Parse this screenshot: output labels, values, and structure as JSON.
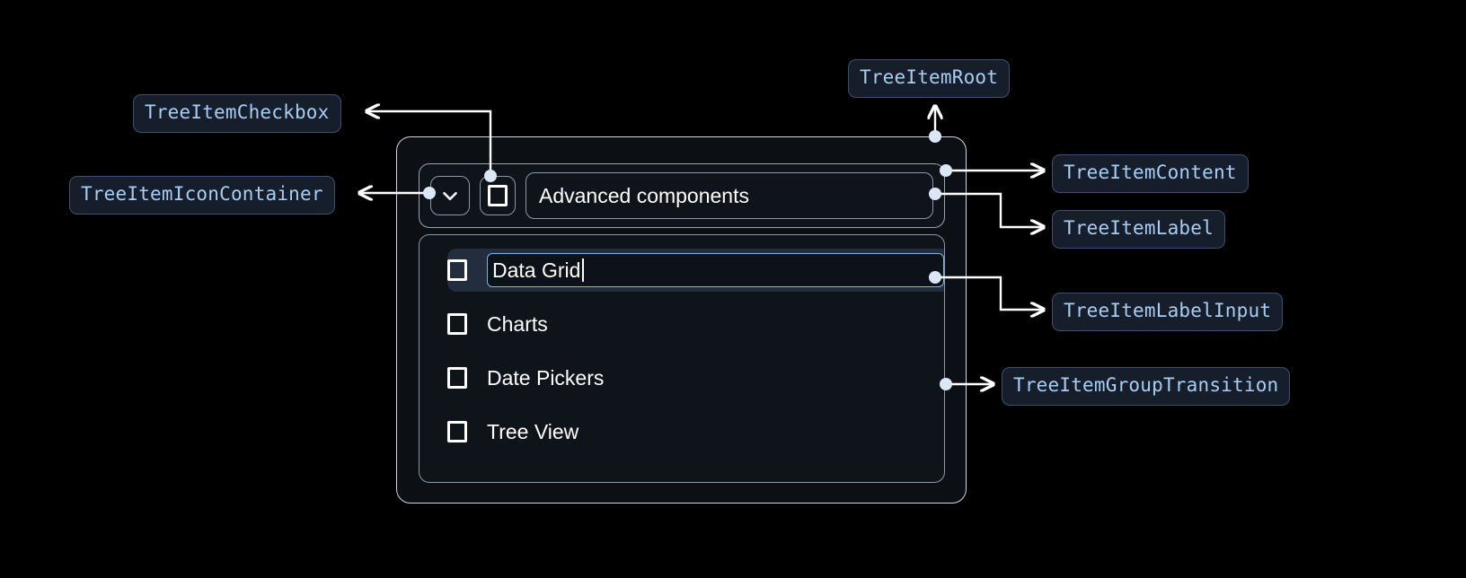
{
  "theme": {
    "background": "#000000",
    "chip_bg": "#161e2c",
    "chip_border": "#41506a",
    "chip_text": "#a7cef2",
    "root_border": "#cfd6e0",
    "panel_bg": "#0f141b",
    "panel_border": "#8d97a5",
    "selected_row_bg": "#222e3e",
    "input_focus_border": "#7fb4e8",
    "connector": "#ffffff",
    "anchor_dot": "#dce7f5"
  },
  "annotations": [
    {
      "id": "tree-item-root",
      "label": "TreeItemRoot"
    },
    {
      "id": "tree-item-checkbox",
      "label": "TreeItemCheckbox"
    },
    {
      "id": "tree-item-icon-container",
      "label": "TreeItemIconContainer"
    },
    {
      "id": "tree-item-content",
      "label": "TreeItemContent"
    },
    {
      "id": "tree-item-label",
      "label": "TreeItemLabel"
    },
    {
      "id": "tree-item-label-input",
      "label": "TreeItemLabelInput"
    },
    {
      "id": "tree-item-group-transition",
      "label": "TreeItemGroupTransition"
    }
  ],
  "tree": {
    "expand_icon": "chevron-down-icon",
    "root_checkbox_checked": false,
    "root_label": "Advanced components",
    "children": [
      {
        "label": "Data Grid",
        "checked": false,
        "editing": true,
        "selected": true
      },
      {
        "label": "Charts",
        "checked": false,
        "editing": false,
        "selected": false
      },
      {
        "label": "Date Pickers",
        "checked": false,
        "editing": false,
        "selected": false
      },
      {
        "label": "Tree View",
        "checked": false,
        "editing": false,
        "selected": false
      }
    ],
    "editing_value": "Data Grid"
  }
}
